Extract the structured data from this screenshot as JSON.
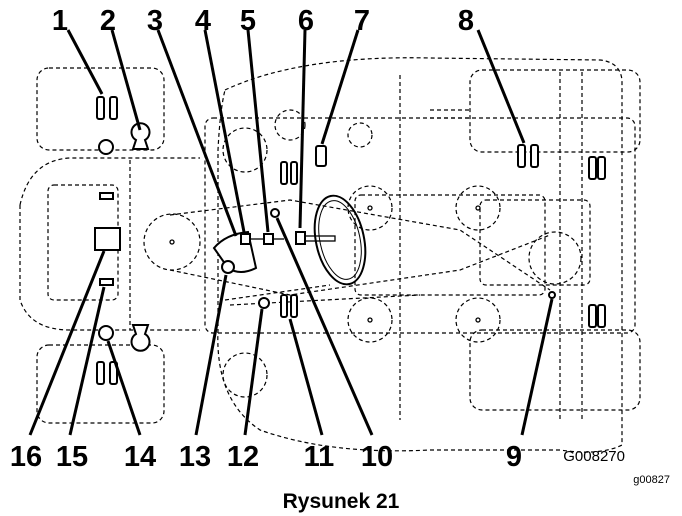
{
  "callouts": {
    "top": [
      "1",
      "2",
      "3",
      "4",
      "5",
      "6",
      "7",
      "8"
    ],
    "bottom": [
      "16",
      "15",
      "14",
      "13",
      "12",
      "11",
      "10",
      "9"
    ]
  },
  "figure_code": "G008270",
  "image_code": "g00827",
  "caption": "Rysunek 21"
}
